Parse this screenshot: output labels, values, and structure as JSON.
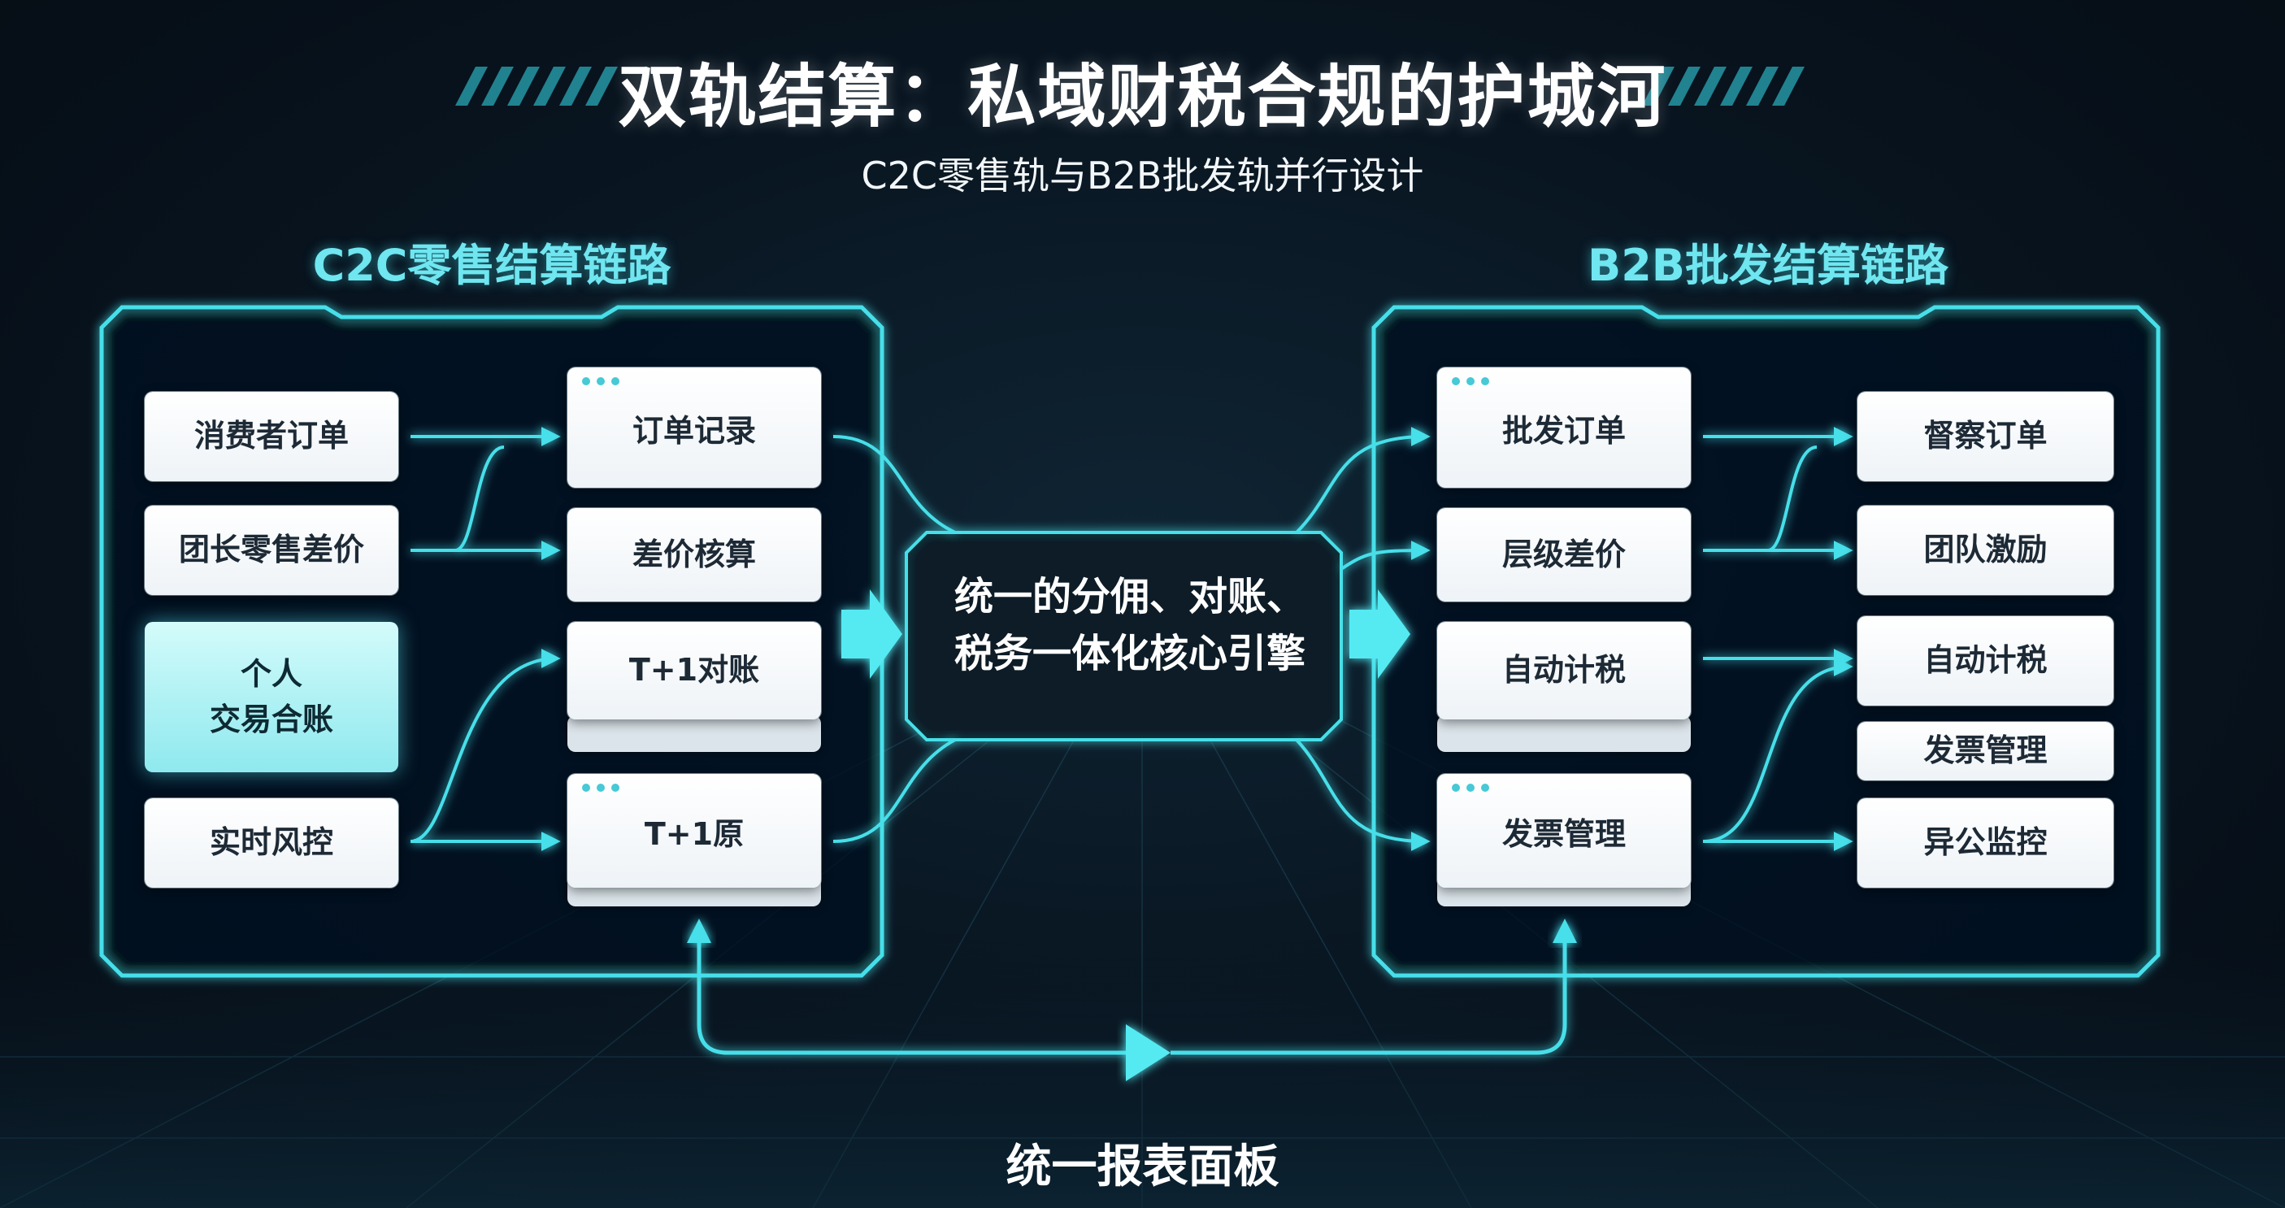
{
  "header": {
    "title": "双轨结算：私域财税合规的护城河",
    "subtitle": "C2C零售轨与B2B批发轨并行设计"
  },
  "c2c": {
    "title": "C2C零售结算链路",
    "inputs": [
      "消费者订单",
      "团长零售差价",
      "个人\n交易合账",
      "实时风控"
    ],
    "steps": [
      "订单记录",
      "差价核算",
      "T+1对账",
      "T+1原"
    ]
  },
  "core": {
    "label": "统一的分佣、对账、\n税务一体化核心引擎"
  },
  "b2b": {
    "title": "B2B批发结算链路",
    "steps": [
      "批发订单",
      "层级差价",
      "自动计税",
      "发票管理"
    ],
    "outputs": [
      "督察订单",
      "团队激励",
      "自动计税",
      "发票管理",
      "异公监控"
    ]
  },
  "footer": {
    "label": "统一报表面板"
  },
  "colors": {
    "accent": "#46dfe9",
    "background": "#08141f",
    "card": "#ffffff",
    "highlight_card": "#8ee9ee"
  }
}
